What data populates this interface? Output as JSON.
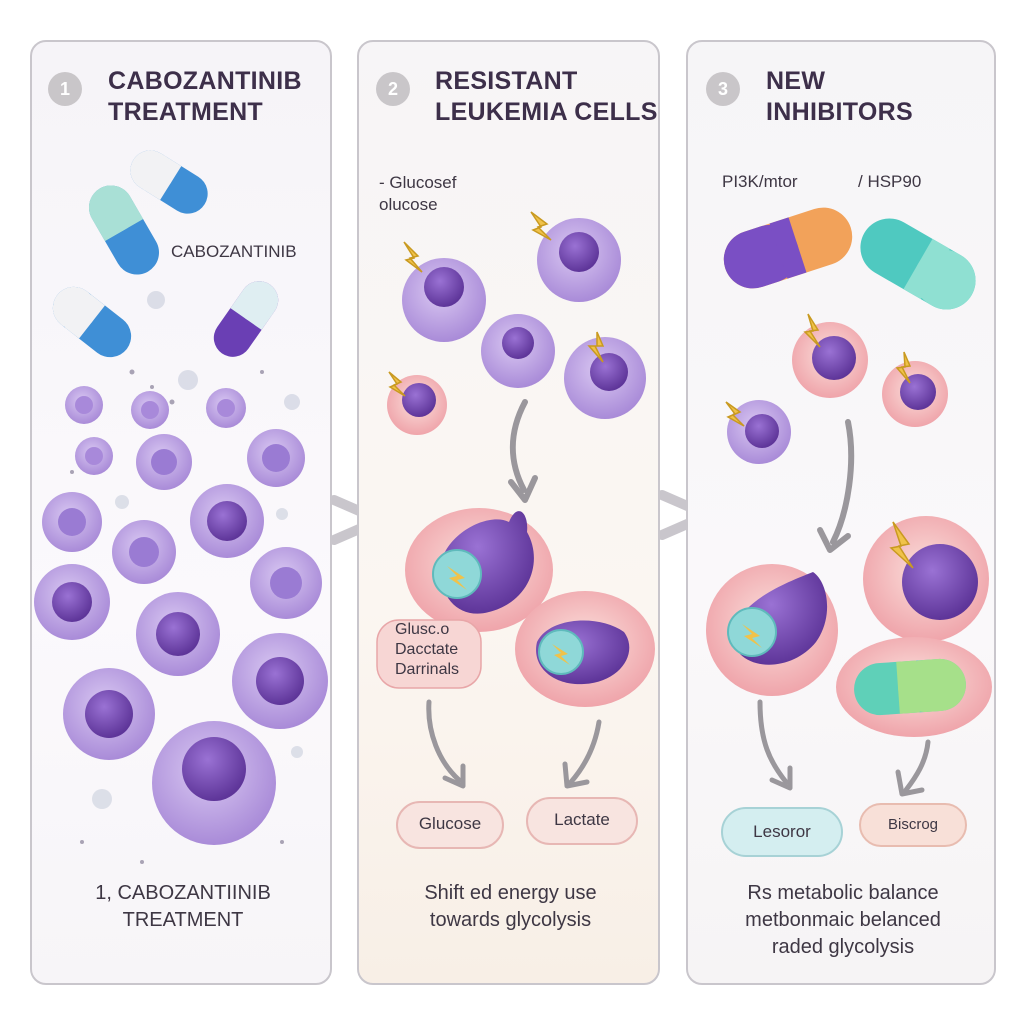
{
  "panels": [
    {
      "number": "1",
      "title_line1": "CABOZANTINIB",
      "title_line2": "TREATMENT",
      "drug_label": "CABOZANTINIB",
      "caption_line1": "1, CABOZANTIINIB",
      "caption_line2": "TREATMENT"
    },
    {
      "number": "2",
      "title_line1": "RESISTANT",
      "title_line2": "LEUKEMIA CELLS",
      "glucose_label_line1": "- Glucosef",
      "glucose_label_line2": "olucose",
      "metabolite_box_line1": "Glusc.o",
      "metabolite_box_line2": "Dacctate",
      "metabolite_box_line3": "Darrinals",
      "pill_glucose": "Glucose",
      "pill_lactate": "Lactate",
      "caption_line1": "Shift ed energy use",
      "caption_line2": "towards glycolysis"
    },
    {
      "number": "3",
      "title_line1": "NEW",
      "title_line2": "INHIBITORS",
      "drug_label_1": "PI3K/mtor",
      "drug_label_2": "/ HSP90",
      "pill_left": "Lesoror",
      "pill_right": "Biscrog",
      "caption_line1": "Rs metabolic balance",
      "caption_line2": "metbonmaic belanced",
      "caption_line3": "raded glycolysis"
    }
  ],
  "colors": {
    "cell_purple": "#b89be0",
    "nucleus_purple": "#7a4fb8",
    "resistant_pink": "#f2b8bd",
    "capsule_blue": "#3f8fd6",
    "capsule_teal": "#4fc9c0",
    "capsule_orange": "#f2a25a",
    "bolt_yellow": "#f0c24a"
  }
}
